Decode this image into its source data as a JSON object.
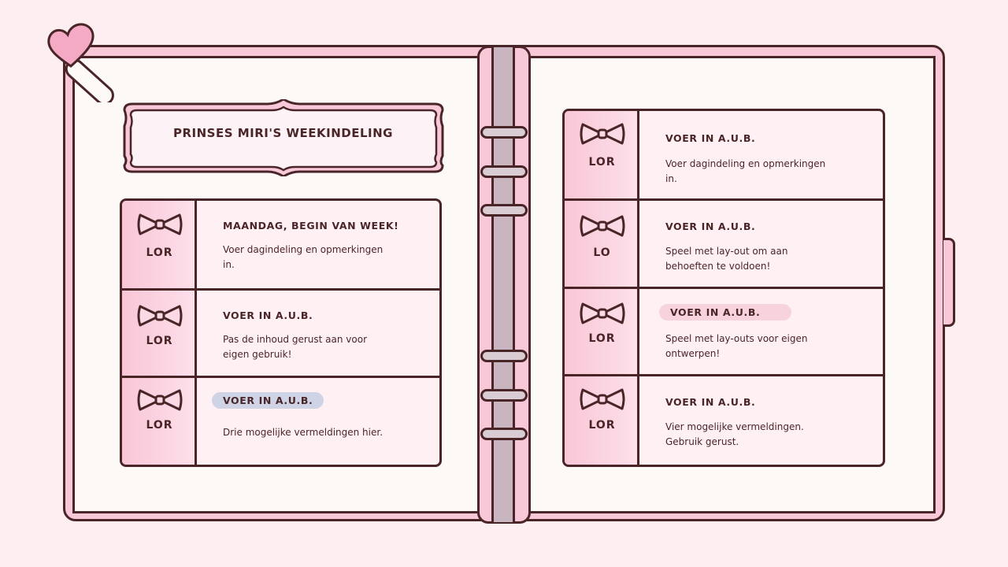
{
  "planner": {
    "title": "Prinses Miri's weekindeling"
  },
  "left_rows": [
    {
      "day": "LOR",
      "heading": "Maandag, begin van week!",
      "body": "Voer dagindeling en opmerkingen in."
    },
    {
      "day": "LOR",
      "heading": "Voer in a.u.b.",
      "body": "Pas de inhoud gerust aan voor eigen gebruik!"
    },
    {
      "day": "LOR",
      "heading": "Voer in a.u.b.",
      "body": "Drie mogelijke vermeldingen hier."
    }
  ],
  "right_rows": [
    {
      "day": "LOR",
      "heading": "Voer in a.u.b.",
      "body": "Voer dagindeling en opmerkingen in."
    },
    {
      "day": "LO",
      "heading": "Voer in a.u.b.",
      "body": "Speel met lay-out om aan behoeften te voldoen!"
    },
    {
      "day": "LOR",
      "heading": "Voer in a.u.b.",
      "body": "Speel met lay-outs voor eigen ontwerpen!"
    },
    {
      "day": "LOR",
      "heading": "Voer in a.u.b.",
      "body": "Vier mogelijke vermeldingen. Gebruik gerust."
    }
  ],
  "icons": {
    "bow": "bow-icon",
    "clip": "heart-paperclip-icon"
  },
  "colors": {
    "background": "#fdeef1",
    "cover_pink": "#f8c8d8",
    "outline": "#4a2528",
    "page": "#fdf9f7",
    "spine": "#c9b5bf",
    "highlight_blue": "#cfd3e6",
    "highlight_pink": "#f6d3dd"
  }
}
